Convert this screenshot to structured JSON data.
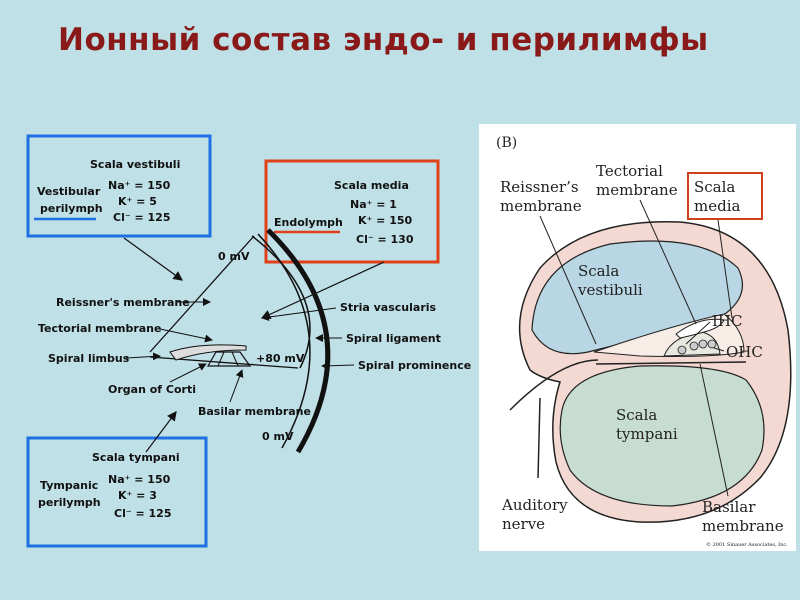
{
  "title": "Ионный состав эндо- и перилимфы",
  "left": {
    "vestibuli": {
      "name": "Scala vestibuli",
      "fluid_line1": "Vestibular",
      "fluid_line2": "perilymph",
      "na": "Na⁺ = 150",
      "k": "K⁺ = 5",
      "cl": "Cl⁻ = 125"
    },
    "media": {
      "name": "Scala media",
      "fluid": "Endolymph",
      "na": "Na⁺ = 1",
      "k": "K⁺ = 150",
      "cl": "Cl⁻ = 130"
    },
    "tympani": {
      "name": "Scala tympani",
      "fluid_line1": "Tympanic",
      "fluid_line2": "perilymph",
      "na": "Na⁺ = 150",
      "k": "K⁺ = 3",
      "cl": "Cl⁻ = 125"
    },
    "labels": {
      "zero_mv_top": "0 mV",
      "reissner": "Reissner's membrane",
      "tectorial": "Tectorial membrane",
      "spiral_limbus": "Spiral limbus",
      "organ_corti": "Organ of Corti",
      "basilar": "Basilar membrane",
      "plus80": "+80 mV",
      "zero_mv_bottom": "0 mV",
      "stria": "Stria vascularis",
      "spiral_ligament": "Spiral ligament",
      "spiral_prominence": "Spiral prominence"
    },
    "colors": {
      "blue_box": "#1f6fe5",
      "red_box": "#e0401a"
    }
  },
  "right": {
    "panel": "(B)",
    "reissner_1": "Reissner’s",
    "reissner_2": "membrane",
    "tectorial_1": "Tectorial",
    "tectorial_2": "membrane",
    "media_1": "Scala",
    "media_2": "media",
    "vestibuli_1": "Scala",
    "vestibuli_2": "vestibuli",
    "ihc": "IHC",
    "ohc": "OHC",
    "tympani_1": "Scala",
    "tympani_2": "tympani",
    "auditory_1": "Auditory",
    "auditory_2": "nerve",
    "basilar_1": "Basilar",
    "basilar_2": "membrane",
    "copyright": "© 2001 Sinauer Associates, Inc."
  }
}
